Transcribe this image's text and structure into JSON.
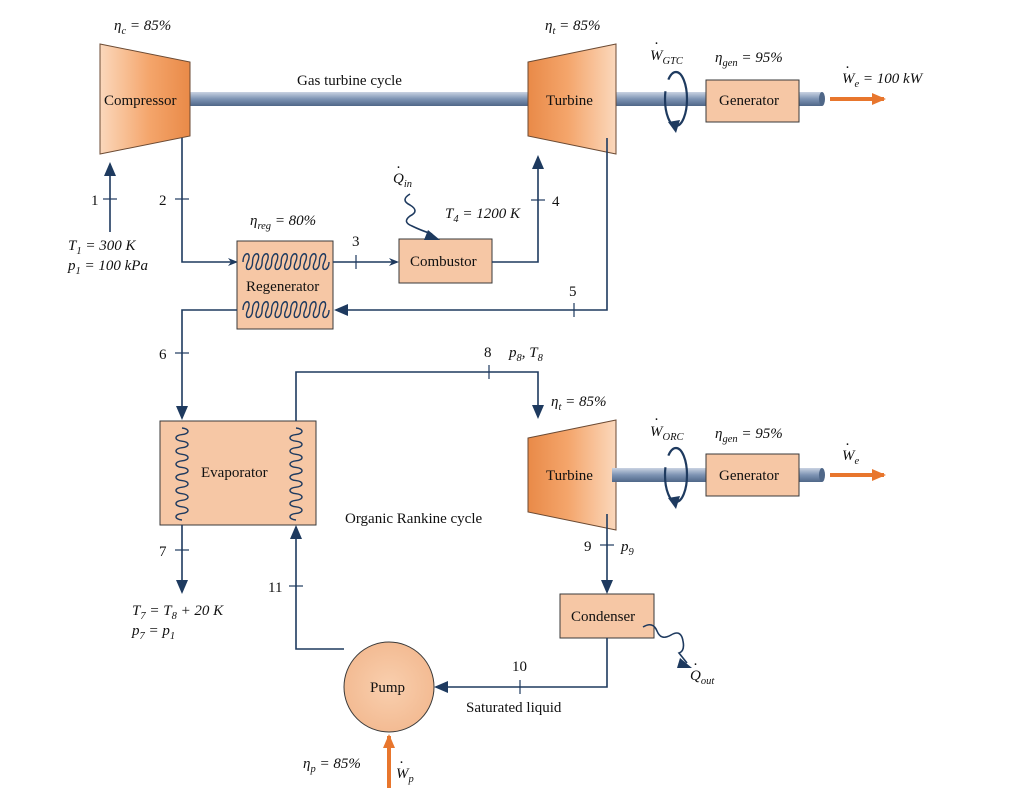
{
  "components": {
    "compressor": "Compressor",
    "turbine_gas": "Turbine",
    "generator_gas": "Generator",
    "regenerator": "Regenerator",
    "combustor": "Combustor",
    "evaporator": "Evaporator",
    "turbine_orc": "Turbine",
    "generator_orc": "Generator",
    "condenser": "Condenser",
    "pump": "Pump"
  },
  "cycles": {
    "gas": "Gas turbine cycle",
    "orc": "Organic Rankine cycle"
  },
  "efficiencies": {
    "compressor": {
      "sym": "η",
      "sub": "c",
      "rest": " = 85%"
    },
    "turbine_gas": {
      "sym": "η",
      "sub": "t",
      "rest": " = 85%"
    },
    "generator_gas": {
      "sym": "η",
      "sub": "gen",
      "rest": " = 95%"
    },
    "regenerator": {
      "sym": "η",
      "sub": "reg",
      "rest": " = 80%"
    },
    "turbine_orc": {
      "sym": "η",
      "sub": "t",
      "rest": " = 85%"
    },
    "generator_orc": {
      "sym": "η",
      "sub": "gen",
      "rest": " = 95%"
    },
    "pump": {
      "sym": "η",
      "sub": "p",
      "rest": " = 85%"
    }
  },
  "work": {
    "gtc": {
      "sym": "W",
      "sub": "GTC"
    },
    "orc": {
      "sym": "W",
      "sub": "ORC"
    },
    "we_gas": {
      "sym": "W",
      "sub": "e",
      "rest": " = 100 kW"
    },
    "we_orc": {
      "sym": "W",
      "sub": "e"
    },
    "wp": {
      "sym": "W",
      "sub": "p"
    }
  },
  "heat": {
    "qin": {
      "sym": "Q",
      "sub": "in"
    },
    "qout": {
      "sym": "Q",
      "sub": "out"
    }
  },
  "states": [
    "1",
    "2",
    "3",
    "4",
    "5",
    "6",
    "7",
    "8",
    "9",
    "10",
    "11"
  ],
  "conditions": {
    "t1": {
      "sym": "T",
      "sub": "1",
      "rest": " = 300 K"
    },
    "p1": {
      "sym": "p",
      "sub": "1",
      "rest": " = 100 kPa"
    },
    "t4": {
      "sym": "T",
      "sub": "4",
      "rest": " = 1200 K"
    },
    "p8t8": {
      "a": "p",
      "asub": "8",
      "mid": ", ",
      "b": "T",
      "bsub": "8"
    },
    "p9": {
      "sym": "p",
      "sub": "9"
    },
    "t7": {
      "a": "T",
      "asub": "7",
      "mid": " = ",
      "b": "T",
      "bsub": "8",
      "rest": " + 20 K"
    },
    "p7": {
      "a": "p",
      "asub": "7",
      "mid": " = ",
      "b": "p",
      "bsub": "1"
    },
    "sat_liquid": "Saturated liquid"
  },
  "colors": {
    "component_fill": "#f6c7a5",
    "compressor_gradient": [
      "#fbd3b2",
      "#ef8e4c"
    ],
    "shaft": "#8fa3bf",
    "flow_line": "#1e3a5f",
    "power_arrow": "#e8762d"
  }
}
